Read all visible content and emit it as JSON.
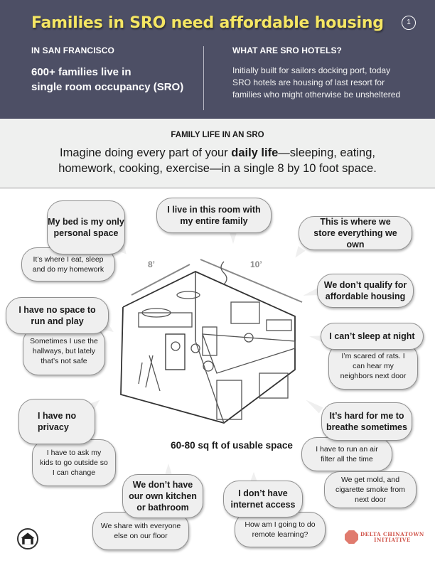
{
  "header": {
    "title": "Families in SRO need affordable housing",
    "page_number": "1",
    "left": {
      "heading": "IN SAN FRANCISCO",
      "stat_line1": "600+ families live in",
      "stat_line2": "single room occupancy (SRO)"
    },
    "right": {
      "heading": "WHAT ARE SRO HOTELS?",
      "body": "Initially built for sailors docking port, today SRO hotels are housing of last resort for families who might otherwise be unsheltered"
    }
  },
  "band": {
    "heading": "FAMILY LIFE IN AN SRO",
    "text_before": "Imagine doing every part of your ",
    "text_bold": "daily life",
    "text_after": "—sleeping, eating, homework, cooking, exercise—in a single 8 by 10 foot space."
  },
  "illustration": {
    "dim_left": "8’",
    "dim_right": "10’",
    "caption": "60-80 sq ft of usable space"
  },
  "quotes": [
    {
      "main": "My bed is my only personal space",
      "sub": [
        "It’s where I eat, sleep and do my homework"
      ]
    },
    {
      "main": "I live in this room with my entire family",
      "sub": []
    },
    {
      "main": "This is where we store everything we own",
      "sub": []
    },
    {
      "main": "We don’t qualify for affordable housing",
      "sub": []
    },
    {
      "main": "I have no space to run and play",
      "sub": [
        "Sometimes I use the hallways, but lately that’s not safe"
      ]
    },
    {
      "main": "I can’t sleep at night",
      "sub": [
        "I’m scared of rats. I can hear my neighbors next door"
      ]
    },
    {
      "main": "I have no privacy",
      "sub": [
        "I have to ask my kids to go outside so I can change"
      ]
    },
    {
      "main": "It’s hard for me to breathe sometimes",
      "sub": [
        "I have to run an air filter all the time",
        "We get mold, and cigarette smoke from next door"
      ]
    },
    {
      "main": "We don’t have our own kitchen or bathroom",
      "sub": [
        "We share with everyone else on our floor"
      ]
    },
    {
      "main": "I don’t have internet access",
      "sub": [
        "How am I going to do remote learning?"
      ]
    }
  ],
  "footer": {
    "right_logo_line1": "DELTA CHINATOWN",
    "right_logo_line2": "INITIATIVE"
  },
  "colors": {
    "header_bg": "#4d4f65",
    "title_yellow": "#f5e663",
    "band_bg": "#eff0ef",
    "bubble_bg": "#efefef",
    "logo_red": "#d0544a"
  }
}
